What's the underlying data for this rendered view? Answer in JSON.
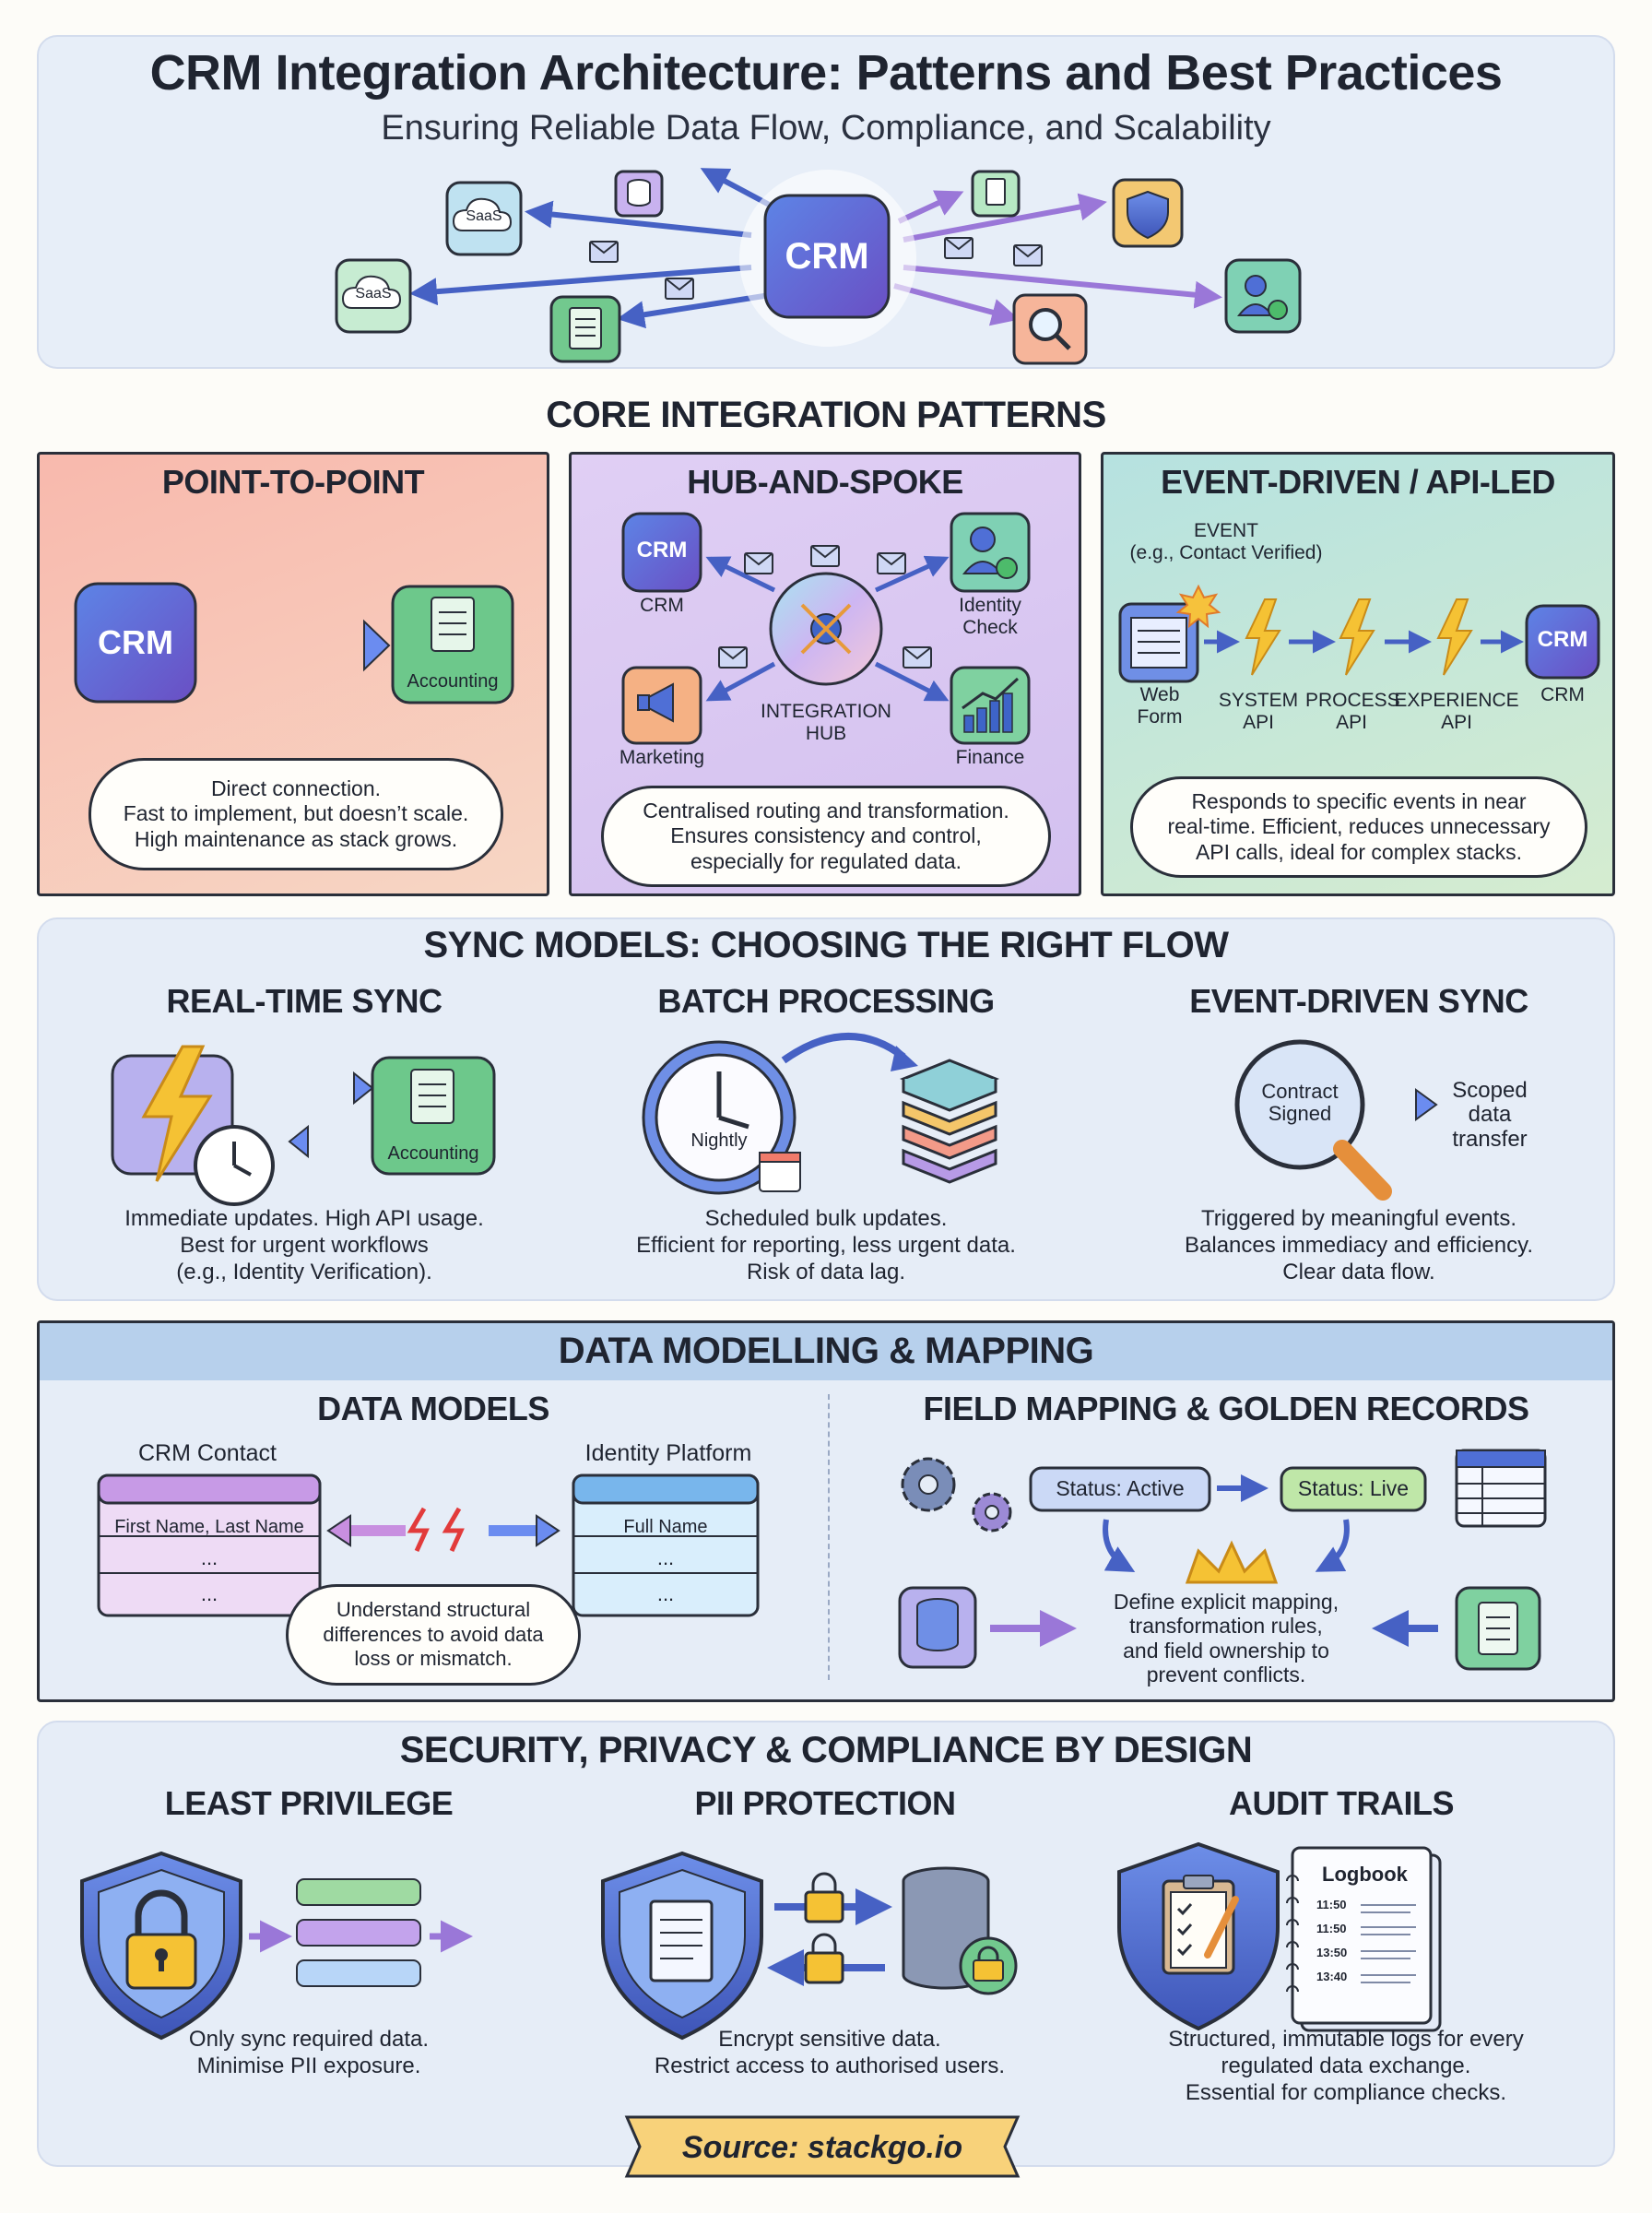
{
  "header": {
    "title": "CRM Integration Architecture: Patterns and Best Practices",
    "subtitle": "Ensuring Reliable Data Flow, Compliance, and Scalability",
    "crm_label": "CRM",
    "saas_label_1": "SaaS",
    "saas_label_2": "SaaS"
  },
  "core": {
    "title": "CORE INTEGRATION PATTERNS",
    "p2p": {
      "title": "POINT-TO-POINT",
      "crm_label": "CRM",
      "accounting_label": "Accounting",
      "description_lines": [
        "Direct connection.",
        "Fast to implement, but doesn’t scale.",
        "High maintenance as stack grows."
      ]
    },
    "hub": {
      "title": "HUB-AND-SPOKE",
      "crm_icon_label": "CRM",
      "crm_label": "CRM",
      "identity_label": "Identity\nCheck",
      "marketing_label": "Marketing",
      "finance_label": "Finance",
      "hub_label": "INTEGRATION\nHUB",
      "description_lines": [
        "Centralised routing and transformation.",
        "Ensures consistency and control,",
        "especially for regulated data."
      ]
    },
    "event": {
      "title": "EVENT-DRIVEN / API-LED",
      "event_label": "EVENT\n(e.g., Contact Verified)",
      "webform_label": "Web\nForm",
      "system_api": "SYSTEM\nAPI",
      "process_api": "PROCESS\nAPI",
      "experience_api": "EXPERIENCE\nAPI",
      "crm_icon_label": "CRM",
      "crm_label": "CRM",
      "description_lines": [
        "Responds to specific events in near",
        "real-time. Efficient, reduces unnecessary",
        "API calls, ideal for complex stacks."
      ]
    }
  },
  "sync": {
    "title": "SYNC MODELS: CHOOSING THE RIGHT FLOW",
    "realtime": {
      "title": "REAL-TIME SYNC",
      "accounting_label": "Accounting",
      "description_lines": [
        "Immediate updates. High API usage.",
        "Best for urgent workflows",
        "(e.g., Identity Verification)."
      ]
    },
    "batch": {
      "title": "BATCH PROCESSING",
      "clock_label": "Nightly",
      "description_lines": [
        "Scheduled bulk updates.",
        "Efficient for reporting, less urgent data.",
        "Risk of data lag."
      ]
    },
    "eventsync": {
      "title": "EVENT-DRIVEN SYNC",
      "lens_label": "Contract\nSigned",
      "result_label": "Scoped\ndata\ntransfer",
      "description_lines": [
        "Triggered by meaningful events.",
        "Balances immediacy and efficiency.",
        "Clear data flow."
      ]
    }
  },
  "modelling": {
    "title": "DATA MODELLING & MAPPING",
    "models": {
      "title": "DATA MODELS",
      "crm_contact": "CRM Contact",
      "identity_platform": "Identity Platform",
      "crm_field": "First Name, Last Name",
      "identity_field": "Full Name",
      "ellipsis": "...",
      "description_lines": [
        "Understand structural",
        "differences to avoid data",
        "loss or mismatch."
      ]
    },
    "mapping": {
      "title": "FIELD MAPPING & GOLDEN RECORDS",
      "status_active": "Status: Active",
      "status_live": "Status: Live",
      "description_lines": [
        "Define explicit mapping,",
        "transformation rules,",
        "and field ownership to",
        "prevent conflicts."
      ]
    }
  },
  "security": {
    "title": "SECURITY, PRIVACY & COMPLIANCE BY DESIGN",
    "least": {
      "title": "LEAST PRIVILEGE",
      "description_lines": [
        "Only sync required data.",
        "Minimise PII exposure."
      ]
    },
    "pii": {
      "title": "PII PROTECTION",
      "description_lines": [
        "Encrypt sensitive data.",
        "Restrict access to authorised users."
      ]
    },
    "audit": {
      "title": "AUDIT TRAILS",
      "logbook_title": "Logbook",
      "times": [
        "11:50",
        "11:50",
        "13:50",
        "13:40"
      ],
      "description_lines": [
        "Structured, immutable logs for every",
        "regulated data exchange.",
        "Essential for compliance checks."
      ]
    }
  },
  "footer": {
    "source": "Source: stackgo.io"
  },
  "colors": {
    "crm_blue": "#3e64c8",
    "green_card": "#6cc489",
    "purple": "#b79ae6",
    "pink_panel": "#f7c0b5",
    "teal_panel": "#b9e3dc",
    "lavender_panel": "#dccbf0"
  }
}
